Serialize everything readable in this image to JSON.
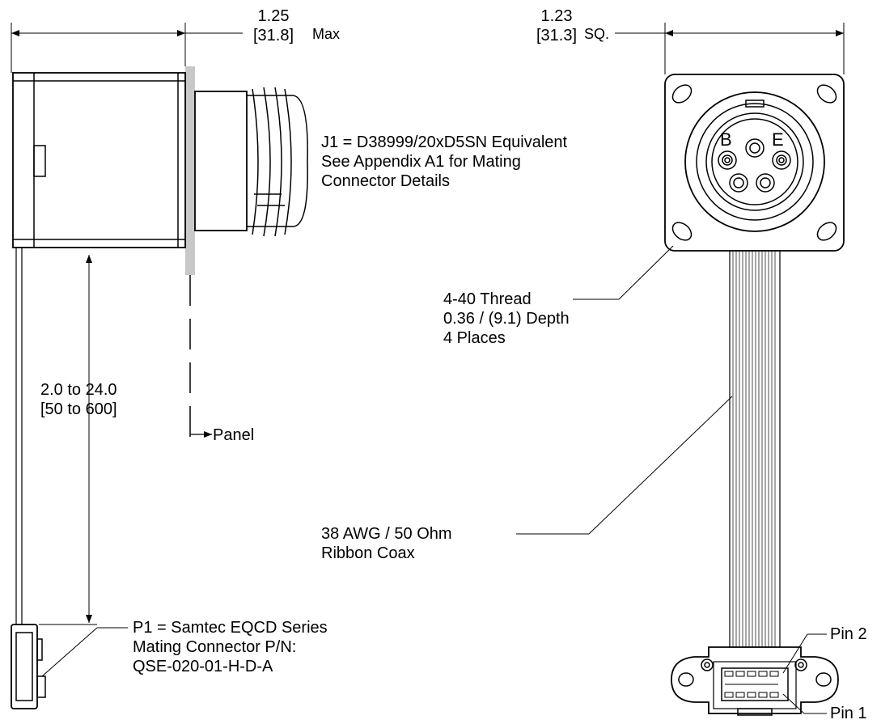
{
  "dimensions": {
    "width_in": "1.25",
    "width_mm": "[31.8]",
    "width_suffix": "Max",
    "square_in": "1.23",
    "square_mm": "[31.3]",
    "square_suffix": "SQ.",
    "length_in": "2.0 to 24.0",
    "length_mm": "[50 to 600]"
  },
  "callouts": {
    "j1": [
      "J1 = D38999/20xD5SN Equivalent",
      "See Appendix A1 for Mating",
      "Connector Details"
    ],
    "thread": [
      "4-40 Thread",
      "0.36 / (9.1) Depth",
      "4 Places"
    ],
    "panel": "Panel",
    "cable": [
      "38 AWG / 50 Ohm",
      "Ribbon Coax"
    ],
    "p1": [
      "P1 = Samtec EQCD Series",
      "Mating Connector P/N:",
      "QSE-020-01-H-D-A"
    ],
    "pin2": "Pin 2",
    "pin1": "Pin 1"
  },
  "pin_letters": {
    "left": "B",
    "right": "E"
  },
  "colors": {
    "line": "#000000",
    "panel": "#c8c8c8",
    "background": "#ffffff"
  }
}
